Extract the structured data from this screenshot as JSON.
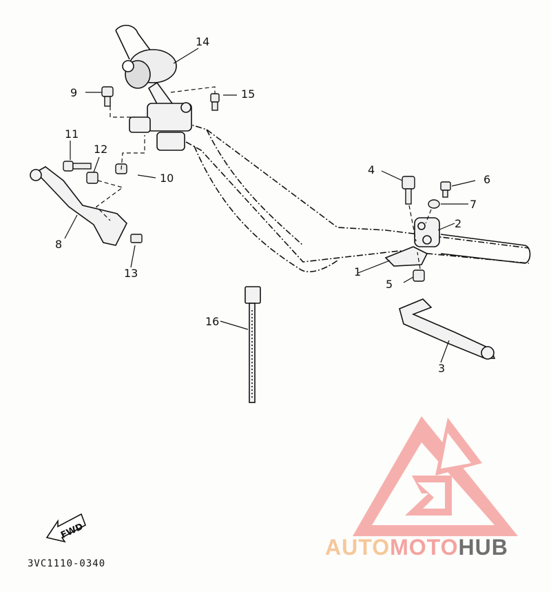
{
  "part_labels": {
    "p1": "1",
    "p2": "2",
    "p3": "3",
    "p4": "4",
    "p5": "5",
    "p6": "6",
    "p7": "7",
    "p8": "8",
    "p9": "9",
    "p10": "10",
    "p11": "11",
    "p12": "12",
    "p13": "13",
    "p14": "14",
    "p15": "15",
    "p16": "16"
  },
  "fwd_label": "FWD",
  "diagram_code": "3VC1110-0340",
  "watermark": {
    "part1": "AUTO",
    "part2": "MOTO",
    "part3": "HUB",
    "colors": {
      "auto": "#f6c79a",
      "moto": "#f4a3a0",
      "hub": "#6f6f6f",
      "logo": "#f4a3a0"
    }
  }
}
